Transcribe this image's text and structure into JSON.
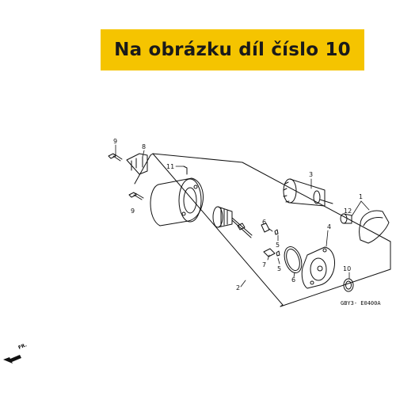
{
  "banner": {
    "text": "Na obrázku díl číslo 10",
    "color": "#f5c400"
  },
  "diagram": {
    "code": "GBY3- E0400A",
    "direction": "FR.",
    "callouts": [
      "1",
      "2",
      "3",
      "4",
      "5",
      "5",
      "6",
      "6",
      "7",
      "8",
      "9",
      "9",
      "10",
      "11",
      "12"
    ]
  }
}
